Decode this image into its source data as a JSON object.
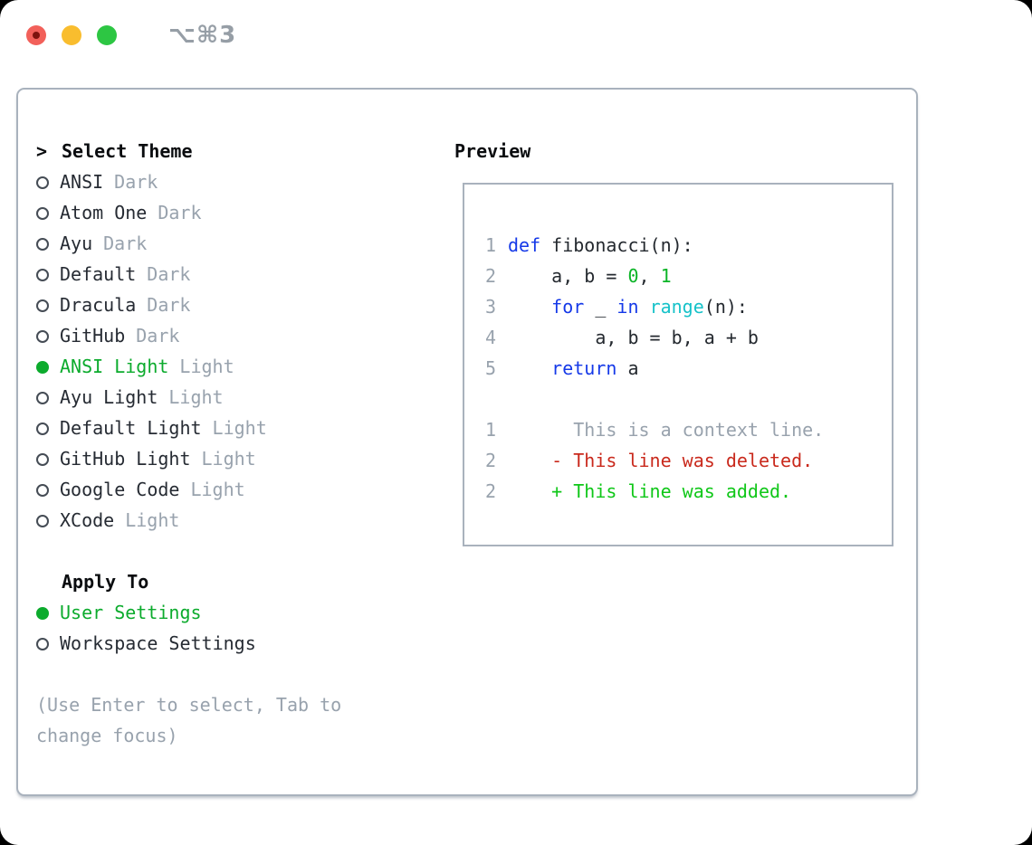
{
  "titlebar": {
    "shortcut": "⌥⌘3"
  },
  "left": {
    "prompt": ">",
    "title": "Select Theme",
    "themes": [
      {
        "name": "ANSI",
        "variant": "Dark",
        "selected": false
      },
      {
        "name": "Atom One",
        "variant": "Dark",
        "selected": false
      },
      {
        "name": "Ayu",
        "variant": "Dark",
        "selected": false
      },
      {
        "name": "Default",
        "variant": "Dark",
        "selected": false
      },
      {
        "name": "Dracula",
        "variant": "Dark",
        "selected": false
      },
      {
        "name": "GitHub",
        "variant": "Dark",
        "selected": false
      },
      {
        "name": "ANSI Light",
        "variant": "Light",
        "selected": true
      },
      {
        "name": "Ayu Light",
        "variant": "Light",
        "selected": false
      },
      {
        "name": "Default Light",
        "variant": "Light",
        "selected": false
      },
      {
        "name": "GitHub Light",
        "variant": "Light",
        "selected": false
      },
      {
        "name": "Google Code",
        "variant": "Light",
        "selected": false
      },
      {
        "name": "XCode",
        "variant": "Light",
        "selected": false
      }
    ],
    "apply_to": {
      "title": "Apply To",
      "options": [
        {
          "label": "User Settings",
          "selected": true
        },
        {
          "label": "Workspace Settings",
          "selected": false
        }
      ]
    },
    "hint_line1": "(Use Enter to select, Tab to",
    "hint_line2": "change focus)"
  },
  "preview": {
    "title": "Preview",
    "code_lines": [
      {
        "num": "1",
        "segments": [
          {
            "t": "def",
            "c": "kw"
          },
          {
            "t": " fibonacci(n):",
            "c": "plain"
          }
        ]
      },
      {
        "num": "2",
        "segments": [
          {
            "t": "    a, b = ",
            "c": "plain"
          },
          {
            "t": "0",
            "c": "num"
          },
          {
            "t": ", ",
            "c": "plain"
          },
          {
            "t": "1",
            "c": "num"
          }
        ]
      },
      {
        "num": "3",
        "segments": [
          {
            "t": "    ",
            "c": "plain"
          },
          {
            "t": "for",
            "c": "kw"
          },
          {
            "t": " _ ",
            "c": "plain"
          },
          {
            "t": "in",
            "c": "kw"
          },
          {
            "t": " ",
            "c": "plain"
          },
          {
            "t": "range",
            "c": "builtin"
          },
          {
            "t": "(n):",
            "c": "plain"
          }
        ]
      },
      {
        "num": "4",
        "segments": [
          {
            "t": "        a, b = b, a + b",
            "c": "plain"
          }
        ]
      },
      {
        "num": "5",
        "segments": [
          {
            "t": "    ",
            "c": "plain"
          },
          {
            "t": "return",
            "c": "kw"
          },
          {
            "t": " a",
            "c": "plain"
          }
        ]
      }
    ],
    "diff_lines": [
      {
        "num": "1",
        "type": "context",
        "text": "      This is a context line."
      },
      {
        "num": "2",
        "type": "deleted",
        "text": "    - This line was deleted."
      },
      {
        "num": "2",
        "type": "added",
        "text": "    + This line was added."
      }
    ]
  },
  "colors": {
    "selection_green": "#0cab2d",
    "diff_added_green": "#0fc718",
    "diff_deleted_red": "#c9291c",
    "keyword_blue": "#1539e8",
    "builtin_cyan": "#16c2c9",
    "number_green": "#0bb426",
    "muted_gray": "#98a2ad",
    "border_gray": "#a9b2bd",
    "traffic_red": "#f2605a",
    "traffic_yellow": "#f9bd2e",
    "traffic_green": "#2dc643"
  }
}
